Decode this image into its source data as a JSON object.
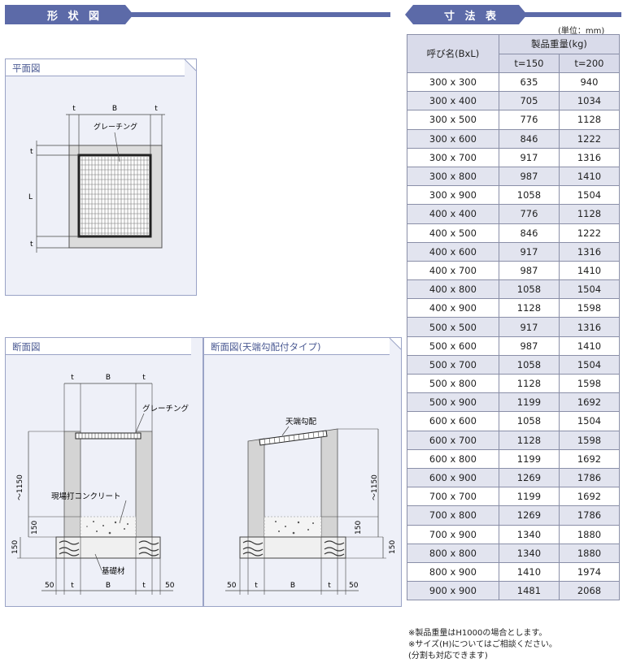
{
  "banners": {
    "shape": "形 状 図",
    "dimension": "寸 法 表"
  },
  "panels": {
    "plan": {
      "title": "平面図",
      "labels": {
        "t": "t",
        "b": "B",
        "l": "L",
        "grating": "グレーチング"
      }
    },
    "section": {
      "title": "断面図",
      "labels": {
        "t": "t",
        "b": "B",
        "grating": "グレーチング",
        "concrete": "現場打コンクリート",
        "base": "基礎材",
        "h1150": "～1150",
        "d150": "150",
        "d50": "50"
      }
    },
    "section_slope": {
      "title": "断面図(天端勾配付タイプ)",
      "labels": {
        "slope": "天端勾配",
        "t": "t",
        "b": "B",
        "h1150": "～1150",
        "d150": "150",
        "d50": "50"
      }
    }
  },
  "table": {
    "unit": "(単位：mm)",
    "headers": {
      "name": "呼び名(BxL)",
      "weight": "製品重量(kg)",
      "t150": "t=150",
      "t200": "t=200"
    },
    "rows": [
      {
        "name": "300 x 300",
        "t150": "635",
        "t200": "940"
      },
      {
        "name": "300 x 400",
        "t150": "705",
        "t200": "1034"
      },
      {
        "name": "300 x 500",
        "t150": "776",
        "t200": "1128"
      },
      {
        "name": "300 x 600",
        "t150": "846",
        "t200": "1222"
      },
      {
        "name": "300 x 700",
        "t150": "917",
        "t200": "1316"
      },
      {
        "name": "300 x 800",
        "t150": "987",
        "t200": "1410"
      },
      {
        "name": "300 x 900",
        "t150": "1058",
        "t200": "1504"
      },
      {
        "name": "400 x 400",
        "t150": "776",
        "t200": "1128"
      },
      {
        "name": "400 x 500",
        "t150": "846",
        "t200": "1222"
      },
      {
        "name": "400 x 600",
        "t150": "917",
        "t200": "1316"
      },
      {
        "name": "400 x 700",
        "t150": "987",
        "t200": "1410"
      },
      {
        "name": "400 x 800",
        "t150": "1058",
        "t200": "1504"
      },
      {
        "name": "400 x 900",
        "t150": "1128",
        "t200": "1598"
      },
      {
        "name": "500 x 500",
        "t150": "917",
        "t200": "1316"
      },
      {
        "name": "500 x 600",
        "t150": "987",
        "t200": "1410"
      },
      {
        "name": "500 x 700",
        "t150": "1058",
        "t200": "1504"
      },
      {
        "name": "500 x 800",
        "t150": "1128",
        "t200": "1598"
      },
      {
        "name": "500 x 900",
        "t150": "1199",
        "t200": "1692"
      },
      {
        "name": "600 x 600",
        "t150": "1058",
        "t200": "1504"
      },
      {
        "name": "600 x 700",
        "t150": "1128",
        "t200": "1598"
      },
      {
        "name": "600 x 800",
        "t150": "1199",
        "t200": "1692"
      },
      {
        "name": "600 x 900",
        "t150": "1269",
        "t200": "1786"
      },
      {
        "name": "700 x 700",
        "t150": "1199",
        "t200": "1692"
      },
      {
        "name": "700 x 800",
        "t150": "1269",
        "t200": "1786"
      },
      {
        "name": "700 x 900",
        "t150": "1340",
        "t200": "1880"
      },
      {
        "name": "800 x 800",
        "t150": "1340",
        "t200": "1880"
      },
      {
        "name": "800 x 900",
        "t150": "1410",
        "t200": "1974"
      },
      {
        "name": "900 x 900",
        "t150": "1481",
        "t200": "2068"
      }
    ],
    "notes": [
      "※製品重量はH1000の場合とします。",
      "※サイズ(H)についてはご相談ください。",
      "(分割も対応できます)"
    ]
  },
  "colors": {
    "banner": "#5c6aa8",
    "panel_border": "#9aa3c6",
    "panel_bg": "#eef0f8",
    "table_header": "#d9dbea"
  }
}
